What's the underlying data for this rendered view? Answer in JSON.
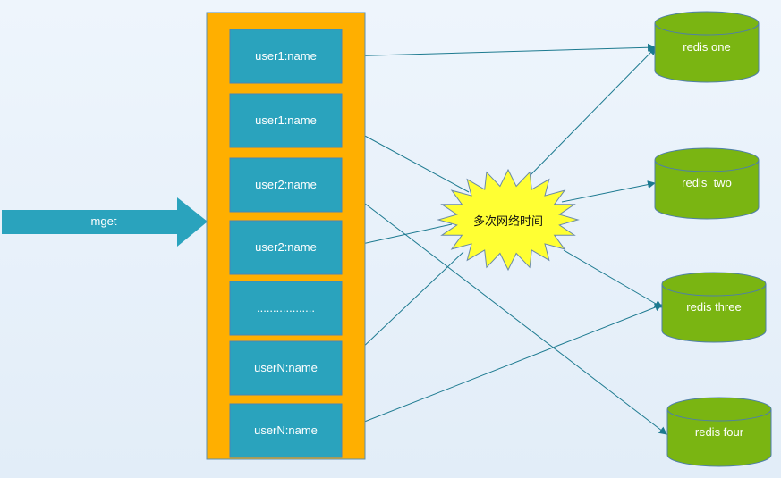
{
  "input": {
    "label": "mget"
  },
  "keys": [
    "user1:name",
    "user1:name",
    "user2:name",
    "user2:name",
    "..................",
    "userN:name",
    "userN:name"
  ],
  "callout": "多次网络时间",
  "servers": [
    "redis one",
    "redis  two",
    "redis three",
    "redis four"
  ],
  "colors": {
    "background": "#e8f1fa",
    "container": "#ffaf00",
    "key_box": "#2aa3bd",
    "arrow": "#1d7a90",
    "server": "#7ab512",
    "callout": "#ffff33"
  }
}
